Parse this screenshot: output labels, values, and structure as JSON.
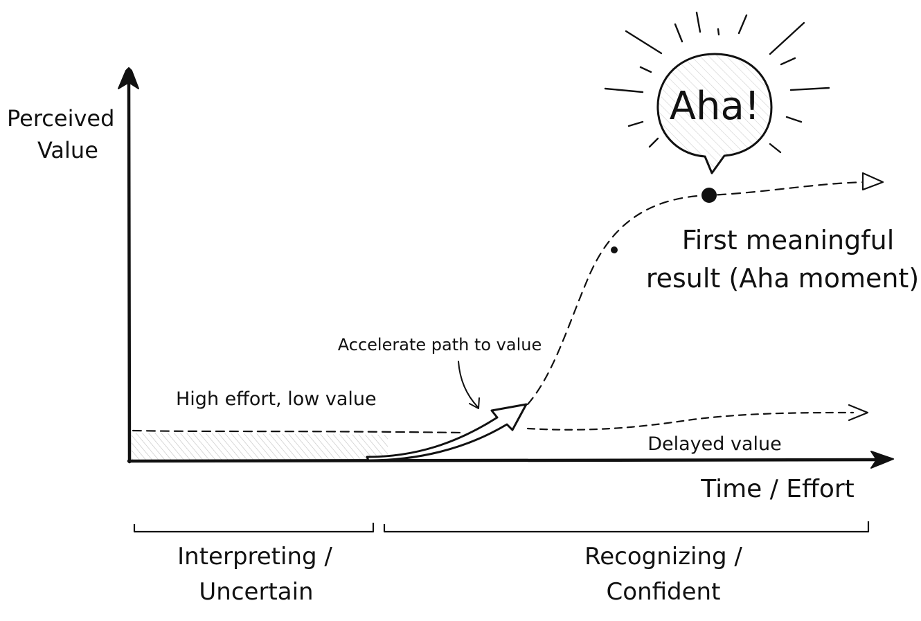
{
  "y_axis_label": [
    "Perceived",
    "Value"
  ],
  "x_axis_label": "Time / Effort",
  "aha_bubble_text": "Aha!",
  "aha_caption": [
    "First meaningful",
    "result (Aha moment)"
  ],
  "accelerate_label": "Accelerate path to value",
  "high_effort_label": "High effort, low value",
  "delayed_label": "Delayed value",
  "phases": [
    {
      "lines": [
        "Interpreting /",
        "Uncertain"
      ]
    },
    {
      "lines": [
        "Recognizing /",
        "Confident"
      ]
    }
  ],
  "colors": {
    "ink": "#111111",
    "paper": "#ffffff",
    "shade": "#cfcfcf"
  }
}
